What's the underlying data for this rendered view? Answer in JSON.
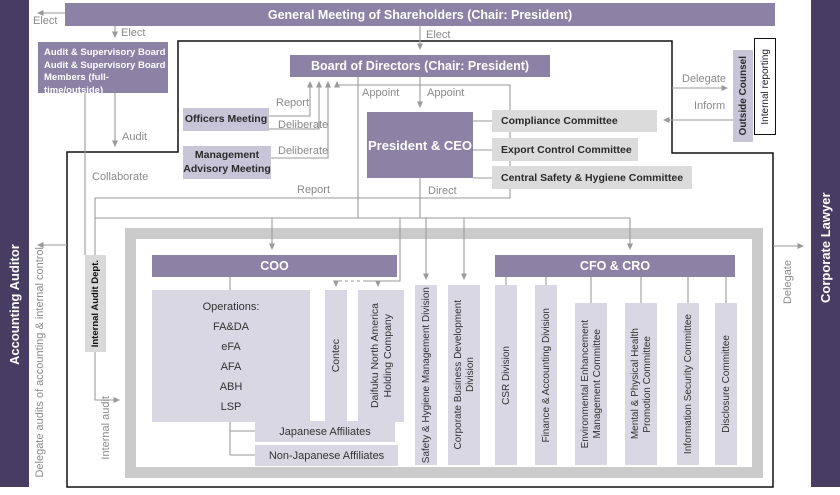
{
  "sidebars": {
    "left": "Accounting Auditor",
    "right": "Corporate Lawyer"
  },
  "top_bar": "General Meeting of Shareholders (Chair: President)",
  "audit_board": {
    "lines": [
      "Audit & Supervisory Board",
      "Audit & Supervisory Board",
      "Members (full-time/outside)"
    ]
  },
  "board": "Board of Directors (Chair: President)",
  "officers_meeting": "Officers Meeting",
  "management_advisory": {
    "lines": [
      "Management",
      "Advisory Meeting"
    ]
  },
  "president": "President & CEO",
  "committees": [
    "Compliance Committee",
    "Export Control Committee",
    "Central Safety & Hygiene Committee"
  ],
  "outside_counsel": "Outside Counsel",
  "internal_reporting": "Internal reporting",
  "internal_audit_dept": "Internal Audit Dept.",
  "coo": {
    "title": "COO",
    "operations": {
      "title": "Operations:",
      "items": [
        "FA&DA",
        "eFA",
        "AFA",
        "ABH",
        "LSP"
      ]
    },
    "contec": "Contec",
    "daifuku": {
      "lines": [
        "Daifuku North America",
        "Holding Company"
      ]
    },
    "affiliates": [
      "Japanese Affiliates",
      "Non-Japanese Affiliates"
    ]
  },
  "divisions": {
    "safety": "Safety & Hygiene Management Division",
    "corp_biz": {
      "lines": [
        "Corporate Business Development",
        "Division"
      ]
    }
  },
  "cfo": {
    "title": "CFO & CRO",
    "children": [
      {
        "lines": [
          "CSR Division"
        ]
      },
      {
        "lines": [
          "Finance & Accounting Division"
        ]
      },
      {
        "lines": [
          "Environmental Enhancement",
          "Management Committee"
        ]
      },
      {
        "lines": [
          "Mental & Physical Health",
          "Promotion Committee"
        ]
      },
      {
        "lines": [
          "Information Security Committee"
        ]
      },
      {
        "lines": [
          "Disclosure Committee"
        ]
      }
    ]
  },
  "labels": {
    "elect": "Elect",
    "report": "Report",
    "deliberate": "Deliberate",
    "appoint": "Appoint",
    "direct": "Direct",
    "collaborate": "Collaborate",
    "audit": "Audit",
    "inform": "Inform",
    "delegate": "Delegate",
    "delegate_audits": "Delegate audits of accounting & internal control",
    "internal_audit": "Internal audit"
  },
  "colors": {
    "sidebar": "#473D63",
    "header_bar": "#8B82A6",
    "lavender": "#C9C5D8",
    "lavender_light": "#DAD7E4",
    "gray_box": "#DBDBDB",
    "frame": "#CBCBCB",
    "connector": "#9A9A9A",
    "border": "#111111"
  }
}
